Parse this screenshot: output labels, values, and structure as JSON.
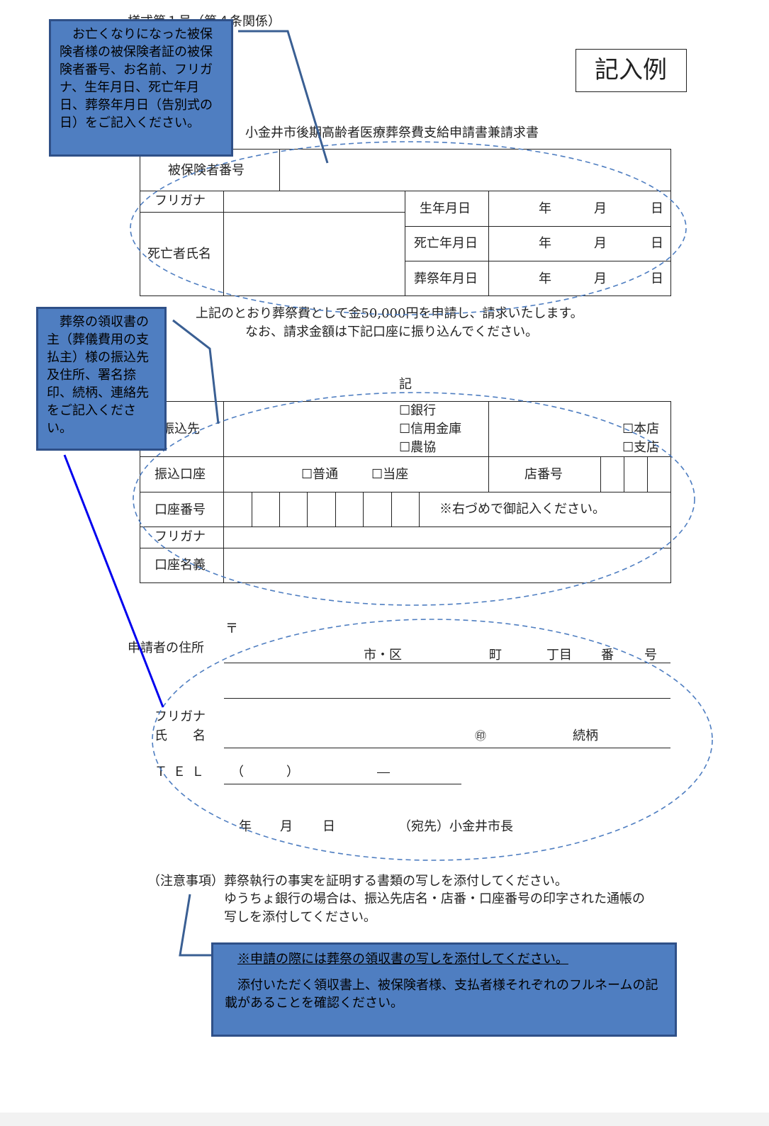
{
  "header": {
    "form_number": "様式第１号（第４条関係）",
    "sample_label": "記入例",
    "title": "小金井市後期高齢者医療葬祭費支給申請書兼請求書"
  },
  "deceased_table": {
    "insured_number_label": "被保険者番号",
    "furigana_label": "フリガナ",
    "name_label": "死亡者氏名",
    "birth_date_label": "生年月日",
    "death_date_label": "死亡年月日",
    "funeral_date_label": "葬祭年月日",
    "year": "年",
    "month": "月",
    "day": "日"
  },
  "request_text": {
    "line1": "上記のとおり葬祭費として金50,000円を申請し、請求いたします。",
    "line2": "なお、請求金額は下記口座に振り込んでください。"
  },
  "ki_label": "記",
  "bank_table": {
    "transfer_to_label": "振込先",
    "bank_options": [
      "☐銀行",
      "☐信用金庫",
      "☐農協"
    ],
    "branch_options": [
      "☐本店",
      "☐支店"
    ],
    "account_type_label": "振込口座",
    "account_types": [
      "☐普通",
      "☐当座"
    ],
    "branch_no_label": "店番号",
    "account_no_label": "口座番号",
    "account_no_note": "※右づめで御記入ください。",
    "furigana_label": "フリガナ",
    "account_name_label": "口座名義"
  },
  "applicant": {
    "postal_mark": "〒",
    "address_label": "申請者の住所",
    "address_parts": [
      "市・区",
      "町",
      "丁目",
      "番",
      "号"
    ],
    "furigana_label": "フリガナ",
    "name_label": "氏　　名",
    "seal": "㊞",
    "relation_label": "続柄",
    "tel_label": "ＴＥＬ",
    "tel_open": "（",
    "tel_close": "）",
    "tel_dash": "―",
    "date_year": "年",
    "date_month": "月",
    "date_day": "日",
    "addressee": "（宛先）小金井市長"
  },
  "notes": {
    "label": "（注意事項）",
    "line1": "葬祭執行の事実を証明する書類の写しを添付してください。",
    "line2": "ゆうちょ銀行の場合は、振込先店名・店番・口座番号の印字された通帳の",
    "line3": "写しを添付してください。"
  },
  "callouts": {
    "top": "　お亡くなりになった被保険者様の被保険者証の被保険者番号、お名前、フリガナ、生年月日、死亡年月日、葬祭年月日（告別式の日）をご記入ください。",
    "middle": "　葬祭の領収書の主（葬儀費用の支払主）様の振込先及住所、署名捺印、続柄、連絡先をご記入ください。",
    "bottom_line1": "※申請の際には葬祭の領収書の写しを添付してください。",
    "bottom_line2": "　添付いただく領収書上、被保険者様、支払者様それぞれのフルネームの記載があることを確認ください。"
  },
  "colors": {
    "callout_fill": "#4f7ec1",
    "callout_border": "#2f5088",
    "dashed_ellipse": "#4f7ec1",
    "leader_dark": "#3a5f93",
    "leader_blue": "#0000ee"
  }
}
